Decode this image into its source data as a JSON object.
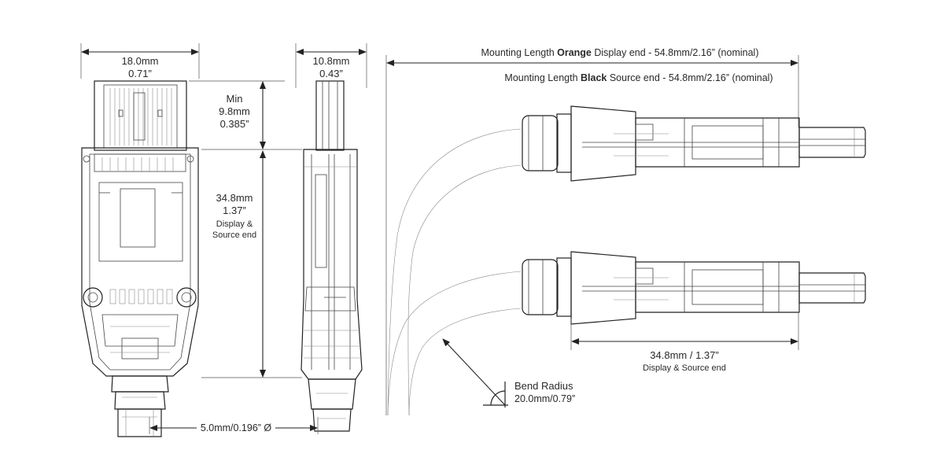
{
  "dimensions": {
    "front_width": {
      "mm": "18.0mm",
      "inch": "0.71”"
    },
    "side_width": {
      "mm": "10.8mm",
      "inch": "0.43”"
    },
    "min_height": {
      "label": "Min",
      "mm": "9.8mm",
      "inch": "0.385”"
    },
    "body_height": {
      "mm": "34.8mm",
      "inch": "1.37”",
      "note_line1": "Display &",
      "note_line2": "Source end"
    },
    "cable_diameter": {
      "text": "5.0mm/0.196” Ø"
    },
    "mounting_orange": {
      "prefix": "Mounting Length ",
      "color_word": "Orange",
      "suffix": " Display end - 54.8mm/2.16” (nominal)"
    },
    "mounting_black": {
      "prefix": "Mounting Length ",
      "color_word": "Black",
      "suffix": " Source end - 54.8mm/2.16” (nominal)"
    },
    "body_length": {
      "text": "34.8mm / 1.37”",
      "note": "Display & Source end"
    },
    "bend_radius": {
      "label": "Bend Radius",
      "value": "20.0mm/0.79”"
    }
  },
  "colors": {
    "line": "#222222",
    "text": "#2a2a2a",
    "background": "#ffffff"
  }
}
